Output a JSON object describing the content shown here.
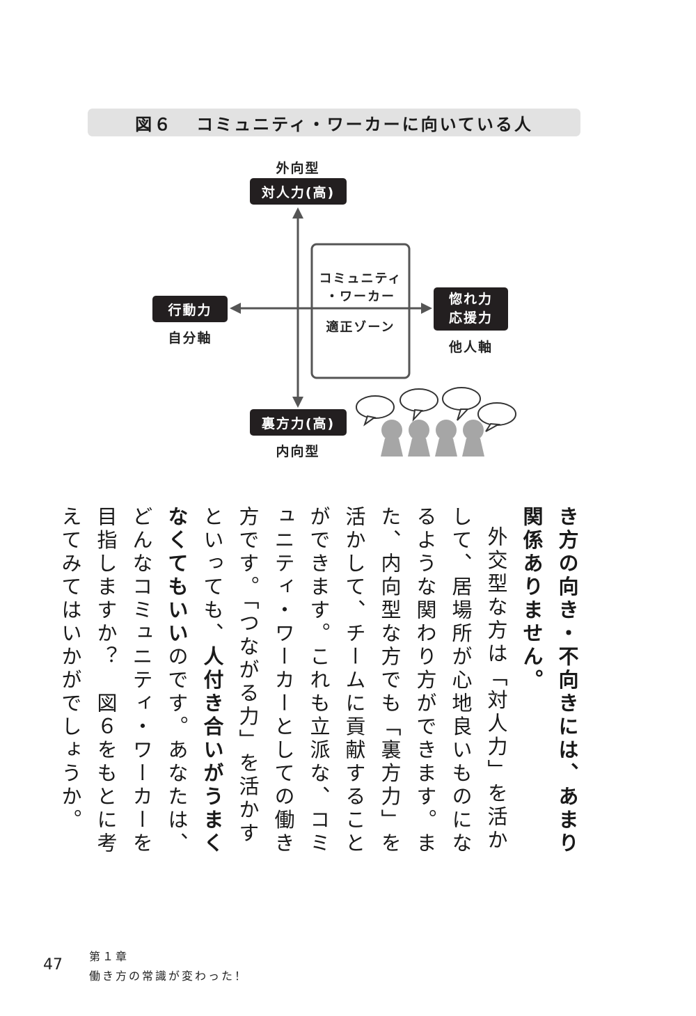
{
  "figure": {
    "number": "図６",
    "title": "コミュニティ・ワーカーに向いている人",
    "top_label": "外向型",
    "top_box": "対人力(高)",
    "bottom_box": "裏方力(高)",
    "bottom_label": "内向型",
    "left_box": "行動力",
    "left_label": "自分軸",
    "right_box_line1": "惚れ力",
    "right_box_line2": "応援力",
    "right_label": "他人軸",
    "zone_line1": "コミュニティ",
    "zone_line2": "・ワーカー",
    "zone_line3": "適正ゾーン",
    "people_icon": "people-with-speech-bubbles-icon",
    "colors": {
      "box_bg": "#231f20",
      "axis": "#555555",
      "title_bar": "#e2e2e2",
      "people": "#a6a6a6"
    }
  },
  "body": {
    "p1_a": "き方の向き・不向きには、あまり関係ありません。",
    "p2_a": "外交型な方は「対人力」を活かして、居場所が心地良いものになるような関わり方ができます。また、内向型な方でも「裏方力」を活かして、チームに貢献することができます。これも立派な、コミュニティ・ワーカーとしての働き方です。「つながる力」を活かすといっても、",
    "p2_b": "人付き合いがうまくなくてもいい",
    "p2_c": "のです。あなたは、どんなコミュニティ・ワーカーを目指しますか？　図６をもとに考えてみてはいかがでしょうか。"
  },
  "footer": {
    "page_number": "47",
    "chapter": "第１章",
    "chapter_title": "働き方の常識が変わった！"
  }
}
